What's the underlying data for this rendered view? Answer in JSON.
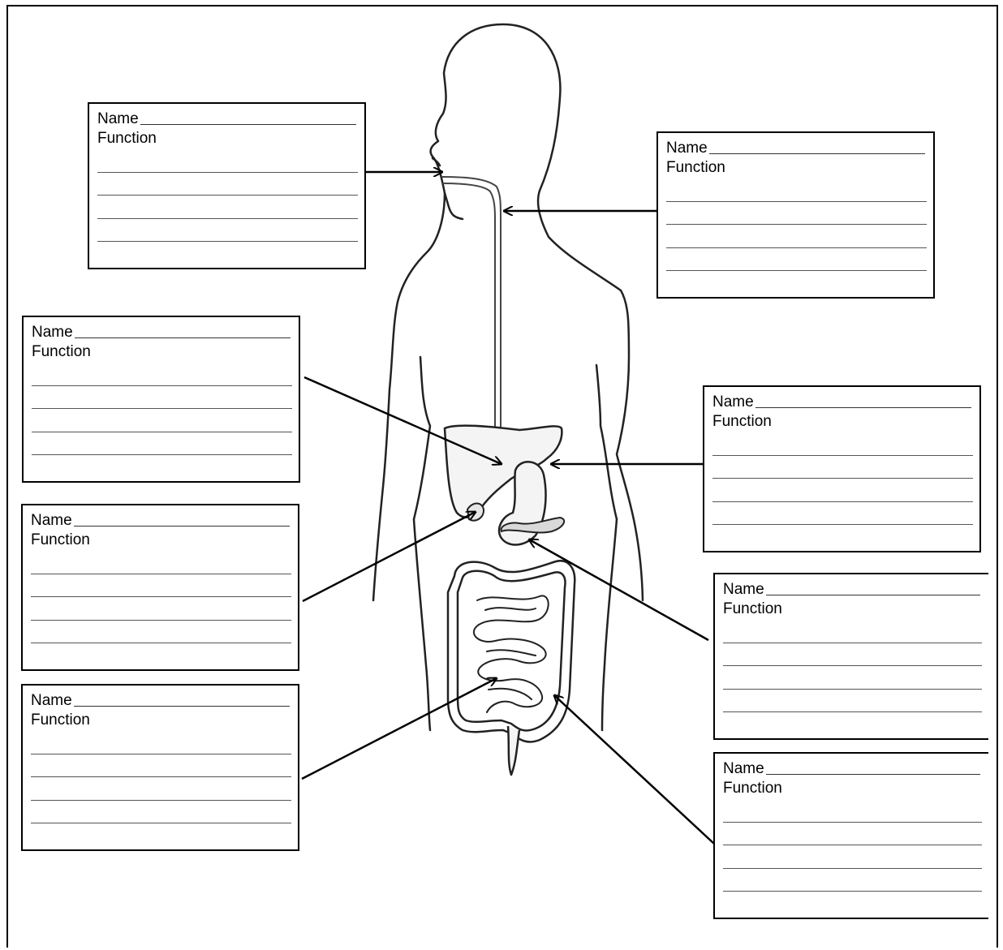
{
  "worksheet": {
    "title": "",
    "name_label": "Name",
    "function_label": "Function",
    "boxes": [
      {
        "id": "mouth",
        "name_label": "Name",
        "function_label": "Function"
      },
      {
        "id": "esophagus",
        "name_label": "Name",
        "function_label": "Function"
      },
      {
        "id": "liver",
        "name_label": "Name",
        "function_label": "Function"
      },
      {
        "id": "stomach",
        "name_label": "Name",
        "function_label": "Function"
      },
      {
        "id": "gallbladder",
        "name_label": "Name",
        "function_label": "Function"
      },
      {
        "id": "pancreas",
        "name_label": "Name",
        "function_label": "Function"
      },
      {
        "id": "small-intestine",
        "name_label": "Name",
        "function_label": "Function"
      },
      {
        "id": "large-intestine",
        "name_label": "Name",
        "function_label": "Function"
      }
    ]
  },
  "colors": {
    "ink": "#000000",
    "outline": "#222222",
    "organ_fill": "#f4f4f4",
    "paper": "#ffffff"
  }
}
